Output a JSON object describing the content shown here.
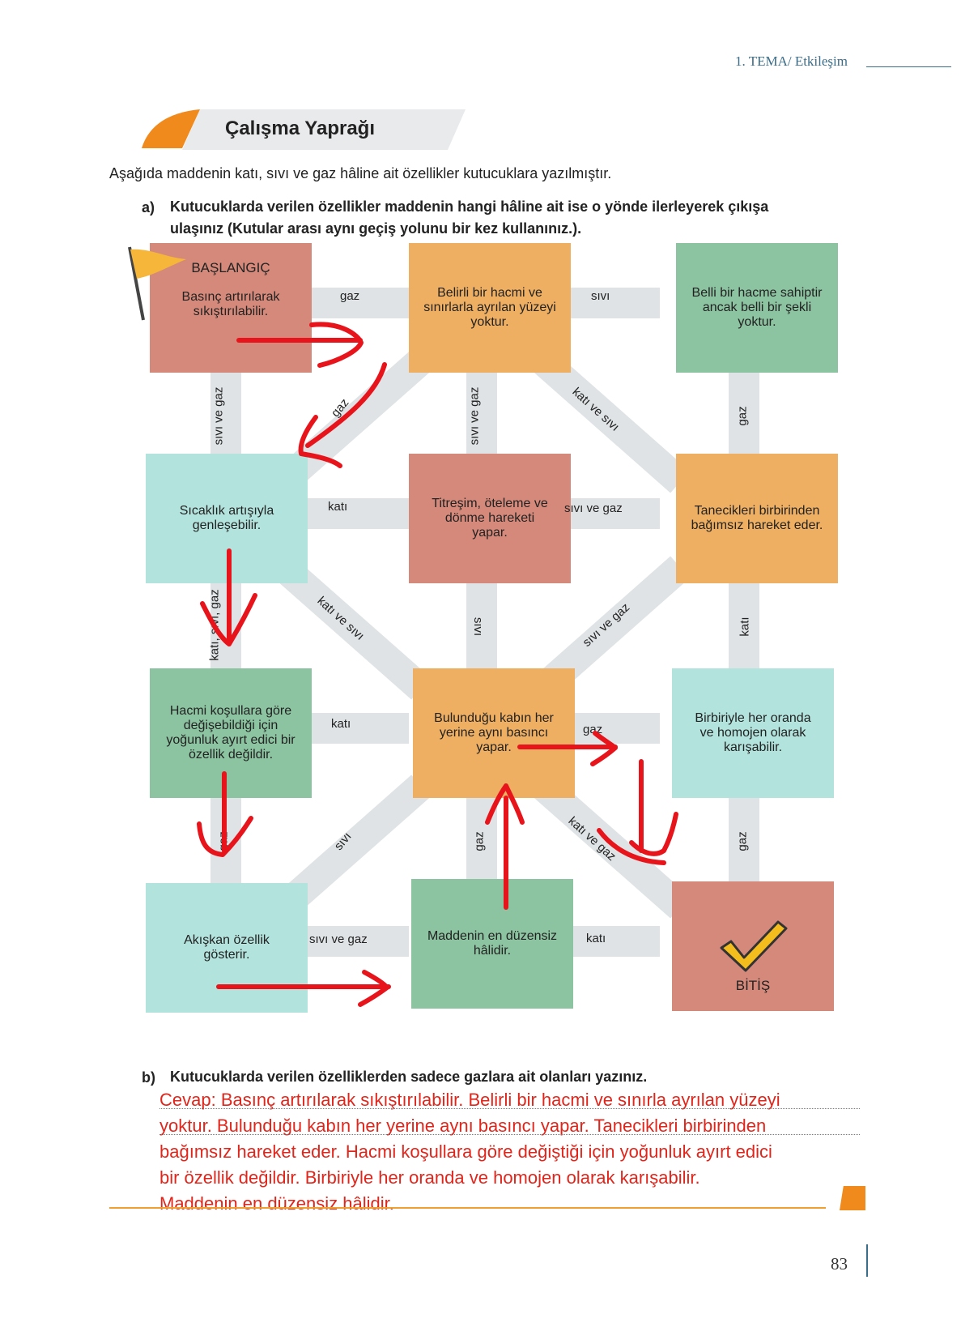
{
  "header": {
    "theme": "1. TEMA/ Etkileşim",
    "section_title": "Çalışma Yaprağı"
  },
  "intro": "Aşağıda maddenin katı, sıvı ve gaz hâline ait özellikler kutucuklara yazılmıştır.",
  "question_a": {
    "letter": "a)",
    "line1": "Kutucuklarda verilen özellikler maddenin hangi hâline ait ise o yönde ilerleyerek çıkışa",
    "line2": "ulaşınız (Kutular arası aynı geçiş yolunu bir kez kullanınız.)."
  },
  "colors": {
    "salmon": "#d4897a",
    "orange": "#eeaf62",
    "green": "#8cc3a0",
    "cyan": "#b3e3dd",
    "path": "#dfe3e5",
    "arrow": "#e8141b",
    "accent": "#f08a1c"
  },
  "boxes": {
    "b00_title": "BAŞLANGIÇ",
    "b00_1": "Basınç artırılarak",
    "b00_2": "sıkıştırılabilir.",
    "b01_1": "Belirli bir hacmi ve",
    "b01_2": "sınırlarla ayrılan yüzeyi",
    "b01_3": "yoktur.",
    "b02_1": "Belli bir hacme sahiptir",
    "b02_2": "ancak belli bir şekli",
    "b02_3": "yoktur.",
    "b10_1": "Sıcaklık artışıyla",
    "b10_2": "genleşebilir.",
    "b11_1": "Titreşim, öteleme ve",
    "b11_2": "dönme hareketi",
    "b11_3": "yapar.",
    "b12_1": "Tanecikleri birbirinden",
    "b12_2": "bağımsız hareket eder.",
    "b20_1": "Hacmi koşullara göre",
    "b20_2": "değişebildiği için",
    "b20_3": "yoğunluk ayırt edici bir",
    "b20_4": "özellik değildir.",
    "b21_1": "Bulunduğu kabın her",
    "b21_2": "yerine aynı basıncı",
    "b21_3": "yapar.",
    "b22_1": "Birbiriyle her oranda",
    "b22_2": "ve homojen olarak",
    "b22_3": "karışabilir.",
    "b30_1": "Akışkan özellik",
    "b30_2": "gösterir.",
    "b31_1": "Maddenin en düzensiz",
    "b31_2": "hâlidir.",
    "b32_title": "BİTİŞ"
  },
  "paths": {
    "h00": "gaz",
    "h01": "sıvı",
    "h10": "katı",
    "h11": "sıvı ve gaz",
    "h20": "katı",
    "h21": "gaz",
    "h30": "sıvı ve gaz",
    "h31": "katı",
    "v00": "sıvı ve gaz",
    "v01": "sıvı ve gaz",
    "v02": "gaz",
    "v10": "katı, sıvı, gaz",
    "v11": "sıvı",
    "v12": "katı",
    "v20": "gaz",
    "v21": "gaz",
    "v22": "gaz",
    "d_a": "gaz",
    "d_b": "katı ve sıvı",
    "d_c": "katı ve sıvı",
    "d_d": "sıvı ve gaz",
    "d_e": "sıvı",
    "d_f": "katı ve gaz"
  },
  "question_b": {
    "letter": "b)",
    "text": "Kutucuklarda verilen özelliklerden sadece gazlara ait olanları yazınız."
  },
  "answer": {
    "line1": "Cevap: Basınç artırılarak sıkıştırılabilir. Belirli bir hacmi ve sınırla ayrılan yüzeyi",
    "line2": "yoktur. Bulunduğu kabın her yerine aynı basıncı yapar. Tanecikleri birbirinden",
    "line3": "bağımsız hareket eder. Hacmi koşullara göre değiştiği için yoğunluk ayırt edici",
    "line4": "bir özellik değildir. Birbiriyle her oranda ve homojen olarak karışabilir.",
    "line5": "Maddenin en düzensiz hâlidir."
  },
  "page_number": "83"
}
